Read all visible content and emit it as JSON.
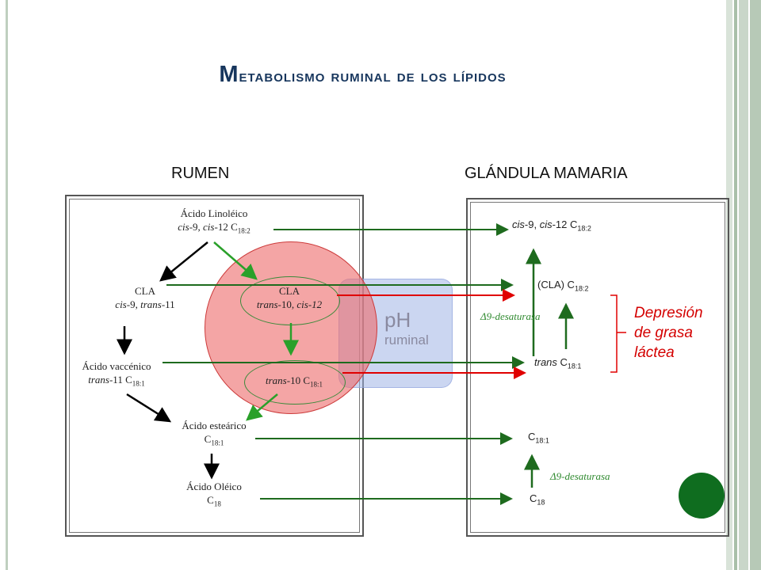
{
  "title_first": "M",
  "title_rest": "etabolismo ruminal de los lípidos",
  "headers": {
    "rumen": "RUMEN",
    "mammary": "GLÁNDULA MAMARIA"
  },
  "ph": {
    "line1": "pH",
    "line2": "ruminal"
  },
  "rumen": {
    "linoleico": {
      "name": "Ácido Linoléico",
      "pre": "cis",
      "mid": "-9, ",
      "pre2": "cis",
      "post": "-12 C",
      "sub": "18:2"
    },
    "cla1": {
      "name": "CLA",
      "a": "cis",
      "b": "-9, ",
      "c": "trans",
      "d": "-11"
    },
    "cla2": {
      "name": "CLA",
      "a": "trans",
      "b": "-10, ",
      "c": "cis-12"
    },
    "vaccenico": {
      "name": "Ácido vaccénico",
      "a": "trans",
      "b": "-11  C",
      "sub": "18:1"
    },
    "trans10": {
      "a": "trans",
      "b": "-10 C",
      "sub": "18:1"
    },
    "esteárico": {
      "name": "Ácido esteárico",
      "b": "C",
      "sub": "18:1"
    },
    "oleico": {
      "name": "Ácido Oléico",
      "b": "C",
      "sub": "18"
    }
  },
  "mammary": {
    "cis": {
      "a": "cis",
      "b": "-9, ",
      "c": "cis",
      "d": "-12 C",
      "sub": "18:2"
    },
    "cla": {
      "a": "(CLA) C",
      "sub": "18:2"
    },
    "desat1": "Δ9-desaturasa",
    "trans": {
      "a": "trans",
      "b": " C",
      "sub": "18:1"
    },
    "c181": {
      "a": "C",
      "sub": "18:1"
    },
    "desat2": "Δ9-desaturasa",
    "c18": {
      "a": "C",
      "sub": "18"
    }
  },
  "depresion": {
    "l1": "Depresión",
    "l2": "de grasa",
    "l3": "láctea"
  },
  "colors": {
    "title": "#17365d",
    "green": "#1e6b1e",
    "red": "#e00000",
    "accent_green": "#0f6d1f"
  }
}
